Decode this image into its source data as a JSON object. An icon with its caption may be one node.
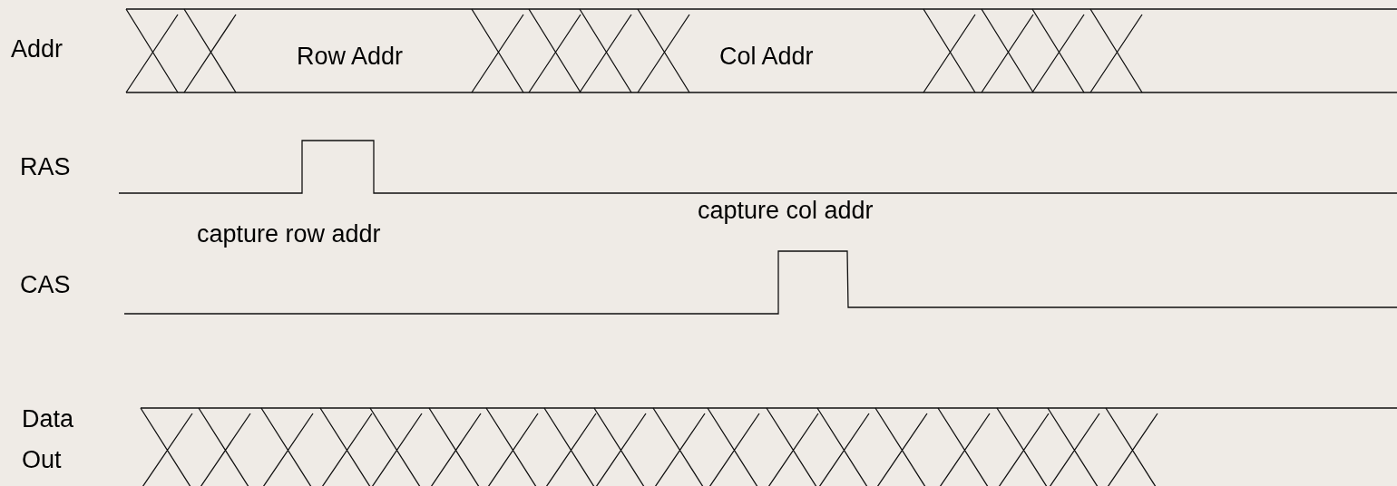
{
  "diagram": {
    "labels": [
      "Addr",
      "Row Addr",
      "Col Addr",
      "RAS",
      "capture row addr",
      "capture col addr",
      "CAS",
      "Data Out"
    ]
  }
}
